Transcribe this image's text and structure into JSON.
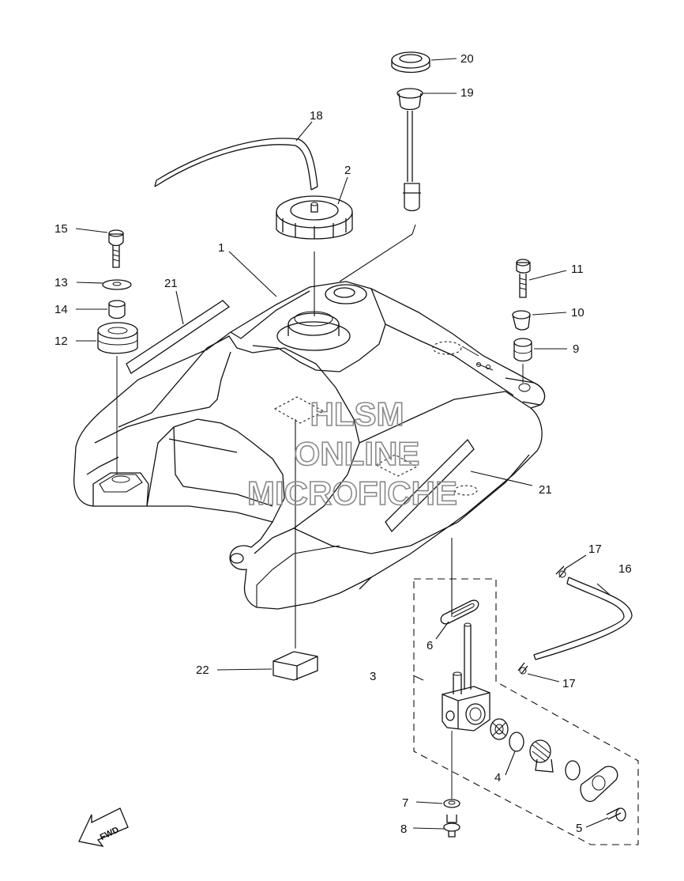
{
  "callouts": [
    "1",
    "2",
    "3",
    "4",
    "5",
    "6",
    "7",
    "8",
    "9",
    "10",
    "11",
    "12",
    "13",
    "14",
    "15",
    "16",
    "17",
    "17",
    "18",
    "19",
    "20",
    "21",
    "21",
    "22"
  ],
  "watermark": {
    "line1": "HLSM",
    "line2": "ONLINE",
    "line3": "MICROFICHE"
  },
  "direction_marker": "FWD"
}
